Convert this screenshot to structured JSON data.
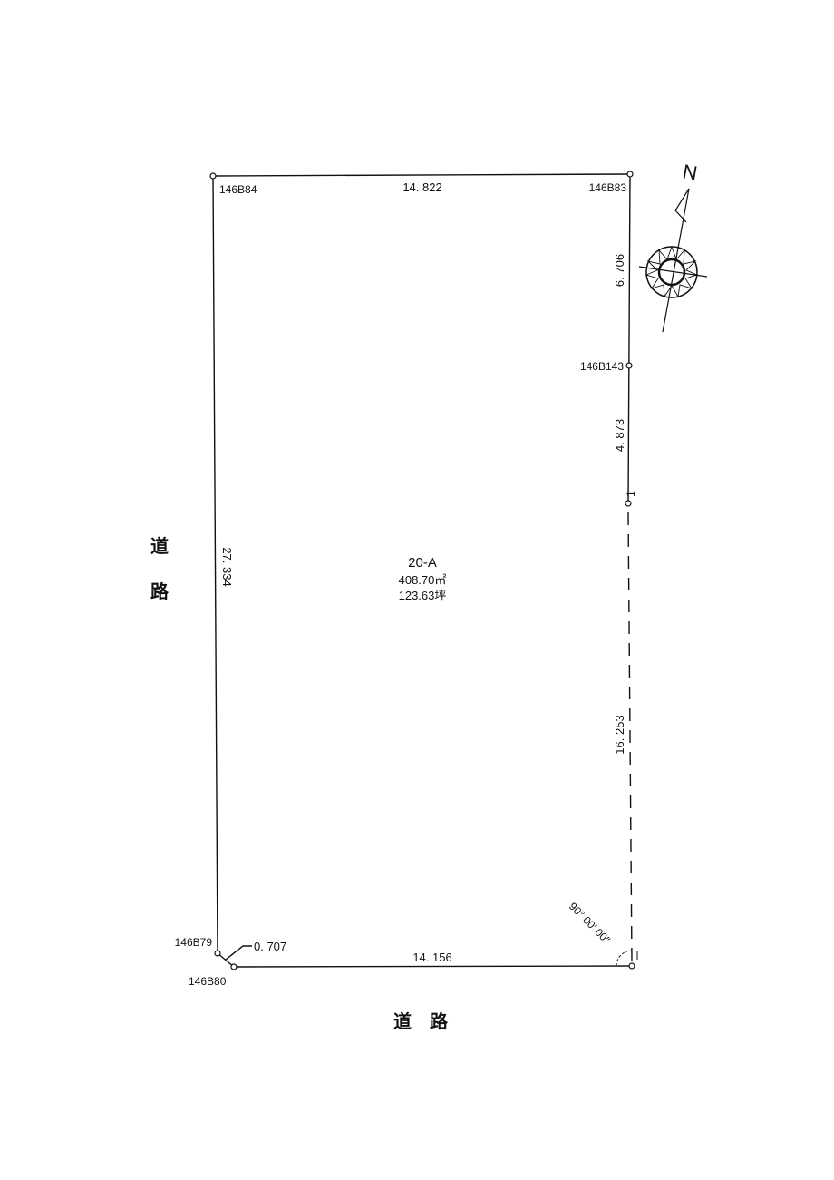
{
  "parcel": {
    "id": "20-A",
    "area_m2": "408.70㎡",
    "area_tsubo": "123.63坪"
  },
  "points": {
    "nw": "146B84",
    "ne": "146B83",
    "e_mid": "146B143",
    "e_marker": "1",
    "sw_upper": "146B79",
    "sw_lower": "146B80"
  },
  "dimensions": {
    "north": "14. 822",
    "south": "14. 156",
    "west": "27. 334",
    "east_upper": "6. 706",
    "east_middle": "4. 873",
    "east_lower": "16. 253",
    "corner_cut": "0. 707",
    "angle": "90° 00′ 00″"
  },
  "roads": {
    "west_char1": "道",
    "west_char2": "路",
    "south": "道　路"
  },
  "north_arrow": {
    "label": "N"
  }
}
